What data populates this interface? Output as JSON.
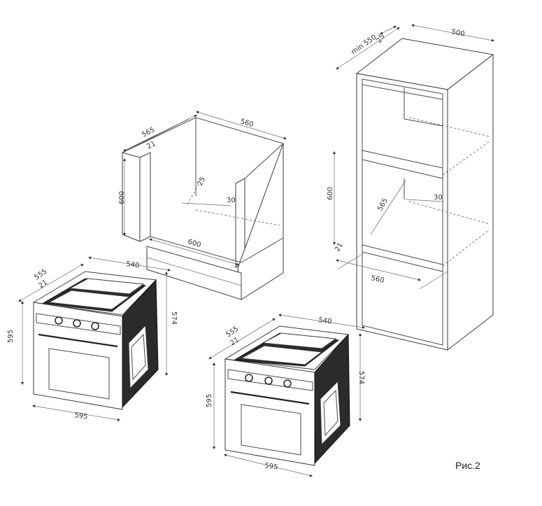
{
  "figure": {
    "label": "Рис.2"
  },
  "cabinet_under_counter": {
    "depth": "565",
    "panel": "21",
    "width_top": "560",
    "height": "600",
    "rail": "25",
    "gap": "30",
    "width_bottom": "600"
  },
  "cabinet_tall": {
    "depth": "min 550",
    "panel": "25",
    "width_top": "500",
    "height": "600",
    "inner_depth": "565",
    "gap": "30",
    "panel_bottom": "21",
    "width_bottom": "560"
  },
  "oven_left": {
    "width_top": "540",
    "depth_a": "555",
    "depth_b": "21",
    "height_front": "595",
    "height_side": "574",
    "width_bottom": "595"
  },
  "oven_right": {
    "width_top": "540",
    "depth_a": "555",
    "depth_b": "21",
    "height_front": "595",
    "height_side": "574",
    "width_bottom": "595"
  }
}
